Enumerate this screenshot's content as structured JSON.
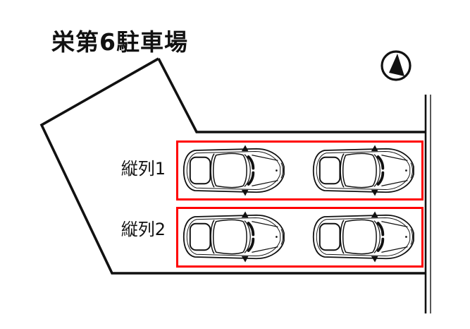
{
  "title": "栄第6駐車場",
  "compass": {
    "icon": "north-arrow-icon"
  },
  "parking_rows": [
    {
      "label": "縦列1",
      "car_count": 2
    },
    {
      "label": "縦列2",
      "car_count": 2
    }
  ],
  "colors": {
    "background": "#ffffff",
    "boundary_line": "#111111",
    "row_outline": "#ff0000",
    "text": "#111111"
  }
}
